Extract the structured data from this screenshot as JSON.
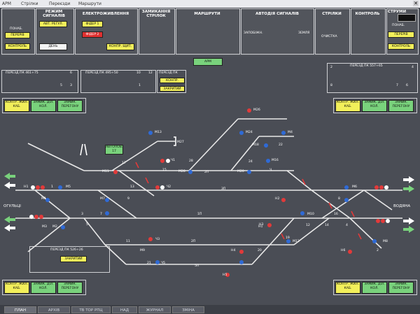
{
  "titlebar": {
    "items": [
      "АРМ",
      "Стрілки",
      "Переєзди",
      "Маршрути"
    ]
  },
  "top": {
    "headers": {
      "rezhym": "РЕЖИМ СИГНАЛІВ",
      "elektro": "ЕЛЕКТРОЖИВЛЕННЯ",
      "zamykannia": "ЗАМИКАННЯ СТРІЛОК",
      "marshruty": "МАРШРУТИ",
      "avtodiia": "АВТОДІЯ СИГНАЛІВ",
      "strilky": "СТРІЛКИ",
      "kontrol": "КОНТРОЛЬ",
      "strumy": "СТРУМИ"
    },
    "ponab_left": "ПОНАБ.",
    "ponab_right": "ПОНАБ.",
    "pereriv": "ПЕРЕРІВ",
    "kontrol_btn": "КОНТРОЛЬ",
    "avt_regul": "АВТ. РЕГУЛ.",
    "den": "ДЕНЬ",
    "fider1": "ФІДЕР 1",
    "fider2": "ФІДЕР 2",
    "konpr_shchyt": "КОНПР. ЩИТ.",
    "zapobizhn": "ЗАПОБІЖН.",
    "zemlia": "ЗЕМЛЯ",
    "ochystka": "ОЧИСТКА",
    "pereriv_r": "ПЕРЕРІВ",
    "kontrol_r": "КОНТРОЛЬ"
  },
  "arm_button": "АРМ",
  "crossings": {
    "c1": {
      "title": "ПЕРЕЗД ПК 461+75",
      "n1": "6",
      "n2": "5",
      "n3": "3"
    },
    "c2": {
      "title": "ПЕРЕЗД ПК 495+50",
      "n1": "10",
      "n2": "12",
      "n3": "1"
    },
    "c3": {
      "title": "ПЕРЕЗД ПК",
      "konpr": "КОНПР.",
      "zakrytyi": "ЗАКРИТИЙ"
    },
    "c4": {
      "title": "ПЕРЕЗД ПК 557+65",
      "n1": "2",
      "n2": "8",
      "n3": "7",
      "n4": "4",
      "n5": "6"
    },
    "c5": {
      "title": "ПЕРЕЗД ПК 526+26",
      "zakrytyi": "ЗАКРИТИЙ"
    }
  },
  "group_buttons": {
    "b1": "КОНТР. ЖИЛ. КАБ.",
    "b2": "ЗАМИК. ДІЛ. КОЛ.",
    "b3": "ЗАМИК. ПЕРЕГОНУ"
  },
  "stations": {
    "left": "ОГУЛЬЦІ",
    "right": "ВОДЯНА",
    "avtopusk": "АВТОПОВ. 17"
  },
  "signal_labels": [
    "М26",
    "М13",
    "М24",
    "М4",
    "М18",
    "22",
    "М27",
    "17",
    "Ч1",
    "15",
    "М28",
    "28",
    "2П",
    "М20",
    "24",
    "М16",
    "Ч",
    "М11",
    "Ч2",
    "Н1",
    "1",
    "М5",
    "М6",
    "13",
    "М1",
    "М7",
    "9",
    "3П",
    "Н2",
    "8",
    "М3",
    "5",
    "7",
    "3",
    "1П",
    "М10",
    "16",
    "Н3",
    "М2",
    "11",
    "Ч3",
    "Н1",
    "12",
    "14",
    "4",
    "М8",
    "2П",
    "М12",
    "19",
    "М9",
    "Н4",
    "20",
    "Н6",
    "Ч5",
    "21",
    "5П",
    "Н5",
    "2"
  ],
  "tabs": [
    "ПЛАН",
    "АРХІВ",
    "ТВ ТОР РПЦ",
    "НАД",
    "ЖУРНАЛ",
    "ЗМІНА"
  ],
  "colors": {
    "signal_red": "#e23a3a",
    "signal_blue": "#2f6ad6",
    "signal_white": "#ffffff",
    "track": "#e8e8e8"
  }
}
